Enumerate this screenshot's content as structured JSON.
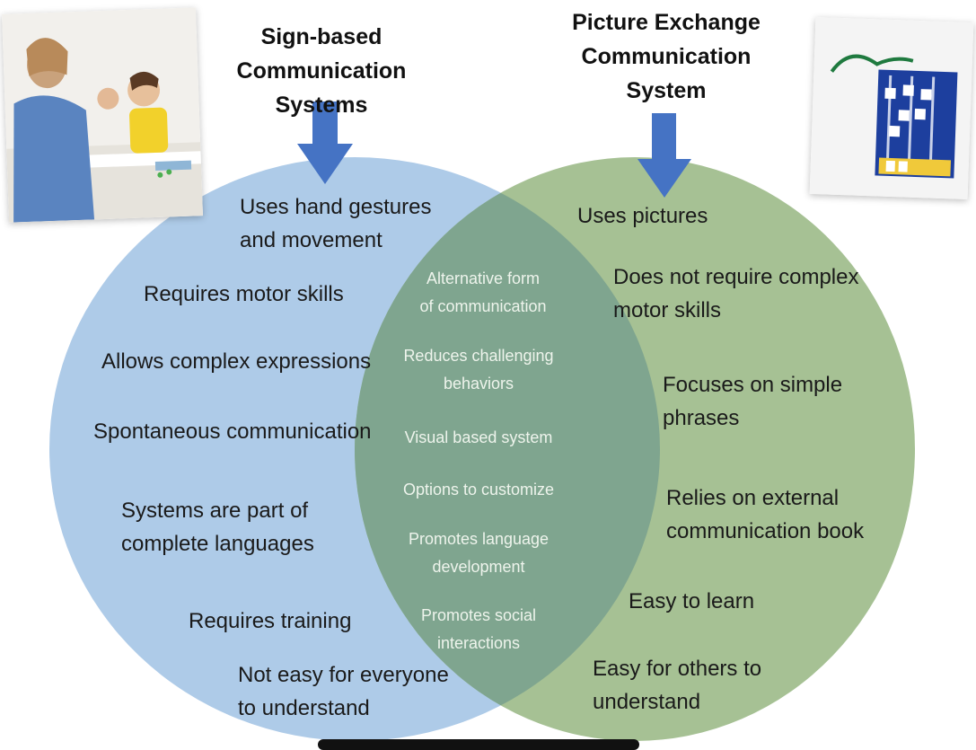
{
  "colors": {
    "left_circle": "#aecbe8",
    "right_circle": "#a6c194",
    "overlap": "#7fa58f",
    "arrow": "#4573c4",
    "overlap_text": "#eef4ec"
  },
  "left": {
    "heading_lines": [
      "Sign-based",
      "Communication Systems"
    ],
    "items": [
      {
        "lines": [
          "Uses hand gestures",
          "and movement"
        ]
      },
      {
        "lines": [
          "Requires motor skills"
        ]
      },
      {
        "lines": [
          "Allows complex expressions"
        ]
      },
      {
        "lines": [
          "Spontaneous communication"
        ]
      },
      {
        "lines": [
          "Systems are part of",
          "complete languages"
        ]
      },
      {
        "lines": [
          "Requires training"
        ]
      },
      {
        "lines": [
          "Not easy for everyone",
          "to understand"
        ]
      }
    ],
    "image_icon": "sign-language-photo"
  },
  "right": {
    "heading_lines": [
      "Picture Exchange",
      "Communication",
      "System"
    ],
    "items": [
      {
        "lines": [
          "Uses pictures"
        ]
      },
      {
        "lines": [
          "Does not require complex",
          "motor skills"
        ]
      },
      {
        "lines": [
          "Focuses on simple",
          "phrases"
        ]
      },
      {
        "lines": [
          "Relies on external",
          "communication book"
        ]
      },
      {
        "lines": [
          "Easy to learn"
        ]
      },
      {
        "lines": [
          "Easy for others to",
          "understand"
        ]
      }
    ],
    "image_icon": "picture-exchange-board-photo"
  },
  "shared": {
    "items": [
      {
        "lines": [
          "Alternative form",
          "of communication"
        ]
      },
      {
        "lines": [
          "Reduces challenging",
          "behaviors"
        ]
      },
      {
        "lines": [
          "Visual based system"
        ]
      },
      {
        "lines": [
          "Options to customize"
        ]
      },
      {
        "lines": [
          "Promotes language",
          "development"
        ]
      },
      {
        "lines": [
          "Promotes social",
          "interactions"
        ]
      }
    ]
  }
}
